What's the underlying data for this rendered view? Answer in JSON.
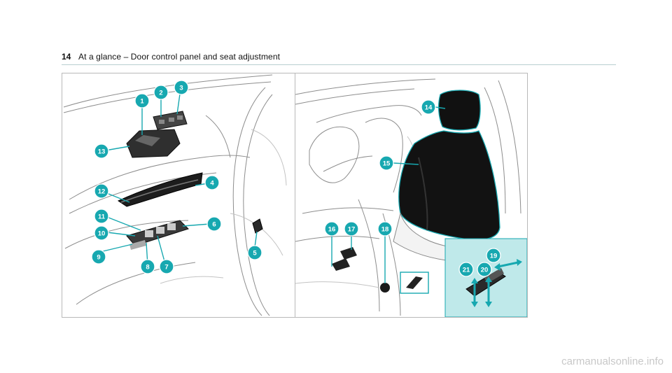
{
  "header": {
    "page_number": "14",
    "title": "At a glance – Door control panel and seat adjustment"
  },
  "left_figure": {
    "callouts": [
      "1",
      "2",
      "3",
      "4",
      "5",
      "6",
      "7",
      "8",
      "9",
      "10",
      "11",
      "12",
      "13"
    ]
  },
  "right_figure": {
    "callouts": [
      "14",
      "15",
      "16",
      "17",
      "18"
    ],
    "inset_callouts": [
      "19",
      "20",
      "21"
    ]
  },
  "colors": {
    "accent": "#17a8b0",
    "inset_background": "#bfe9ea",
    "frame": "#b9b9b9",
    "header_rule": "#b8cfd1"
  },
  "watermark": "carmanualsonline.info"
}
